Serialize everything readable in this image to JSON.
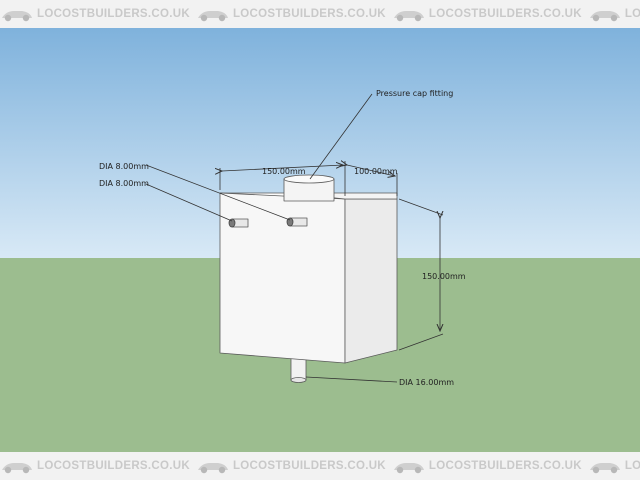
{
  "watermark": {
    "text": "LOCOSTBUILDERS.CO.UK",
    "icon": "kit-car-logo-icon",
    "text_color": "#c9c9c9"
  },
  "drawing": {
    "colors": {
      "sky_top": "#7fb2dc",
      "sky_bottom": "#d8e9f6",
      "ground": "#9cbd8f",
      "tank_front": "#f7f7f7",
      "tank_side": "#ebebeb",
      "tank_top": "#fbfbfb",
      "edge": "#5a5a5a",
      "dimension_line": "#333333"
    },
    "annotations": {
      "pressure_cap": "Pressure cap fitting",
      "dia_fitting_1": "DIA 8.00mm",
      "dia_fitting_2": "DIA 8.00mm",
      "dia_outlet": "DIA 16.00mm"
    },
    "dimensions": {
      "width": "150.00mm",
      "depth": "100.00mm",
      "height": "150.00mm"
    }
  }
}
